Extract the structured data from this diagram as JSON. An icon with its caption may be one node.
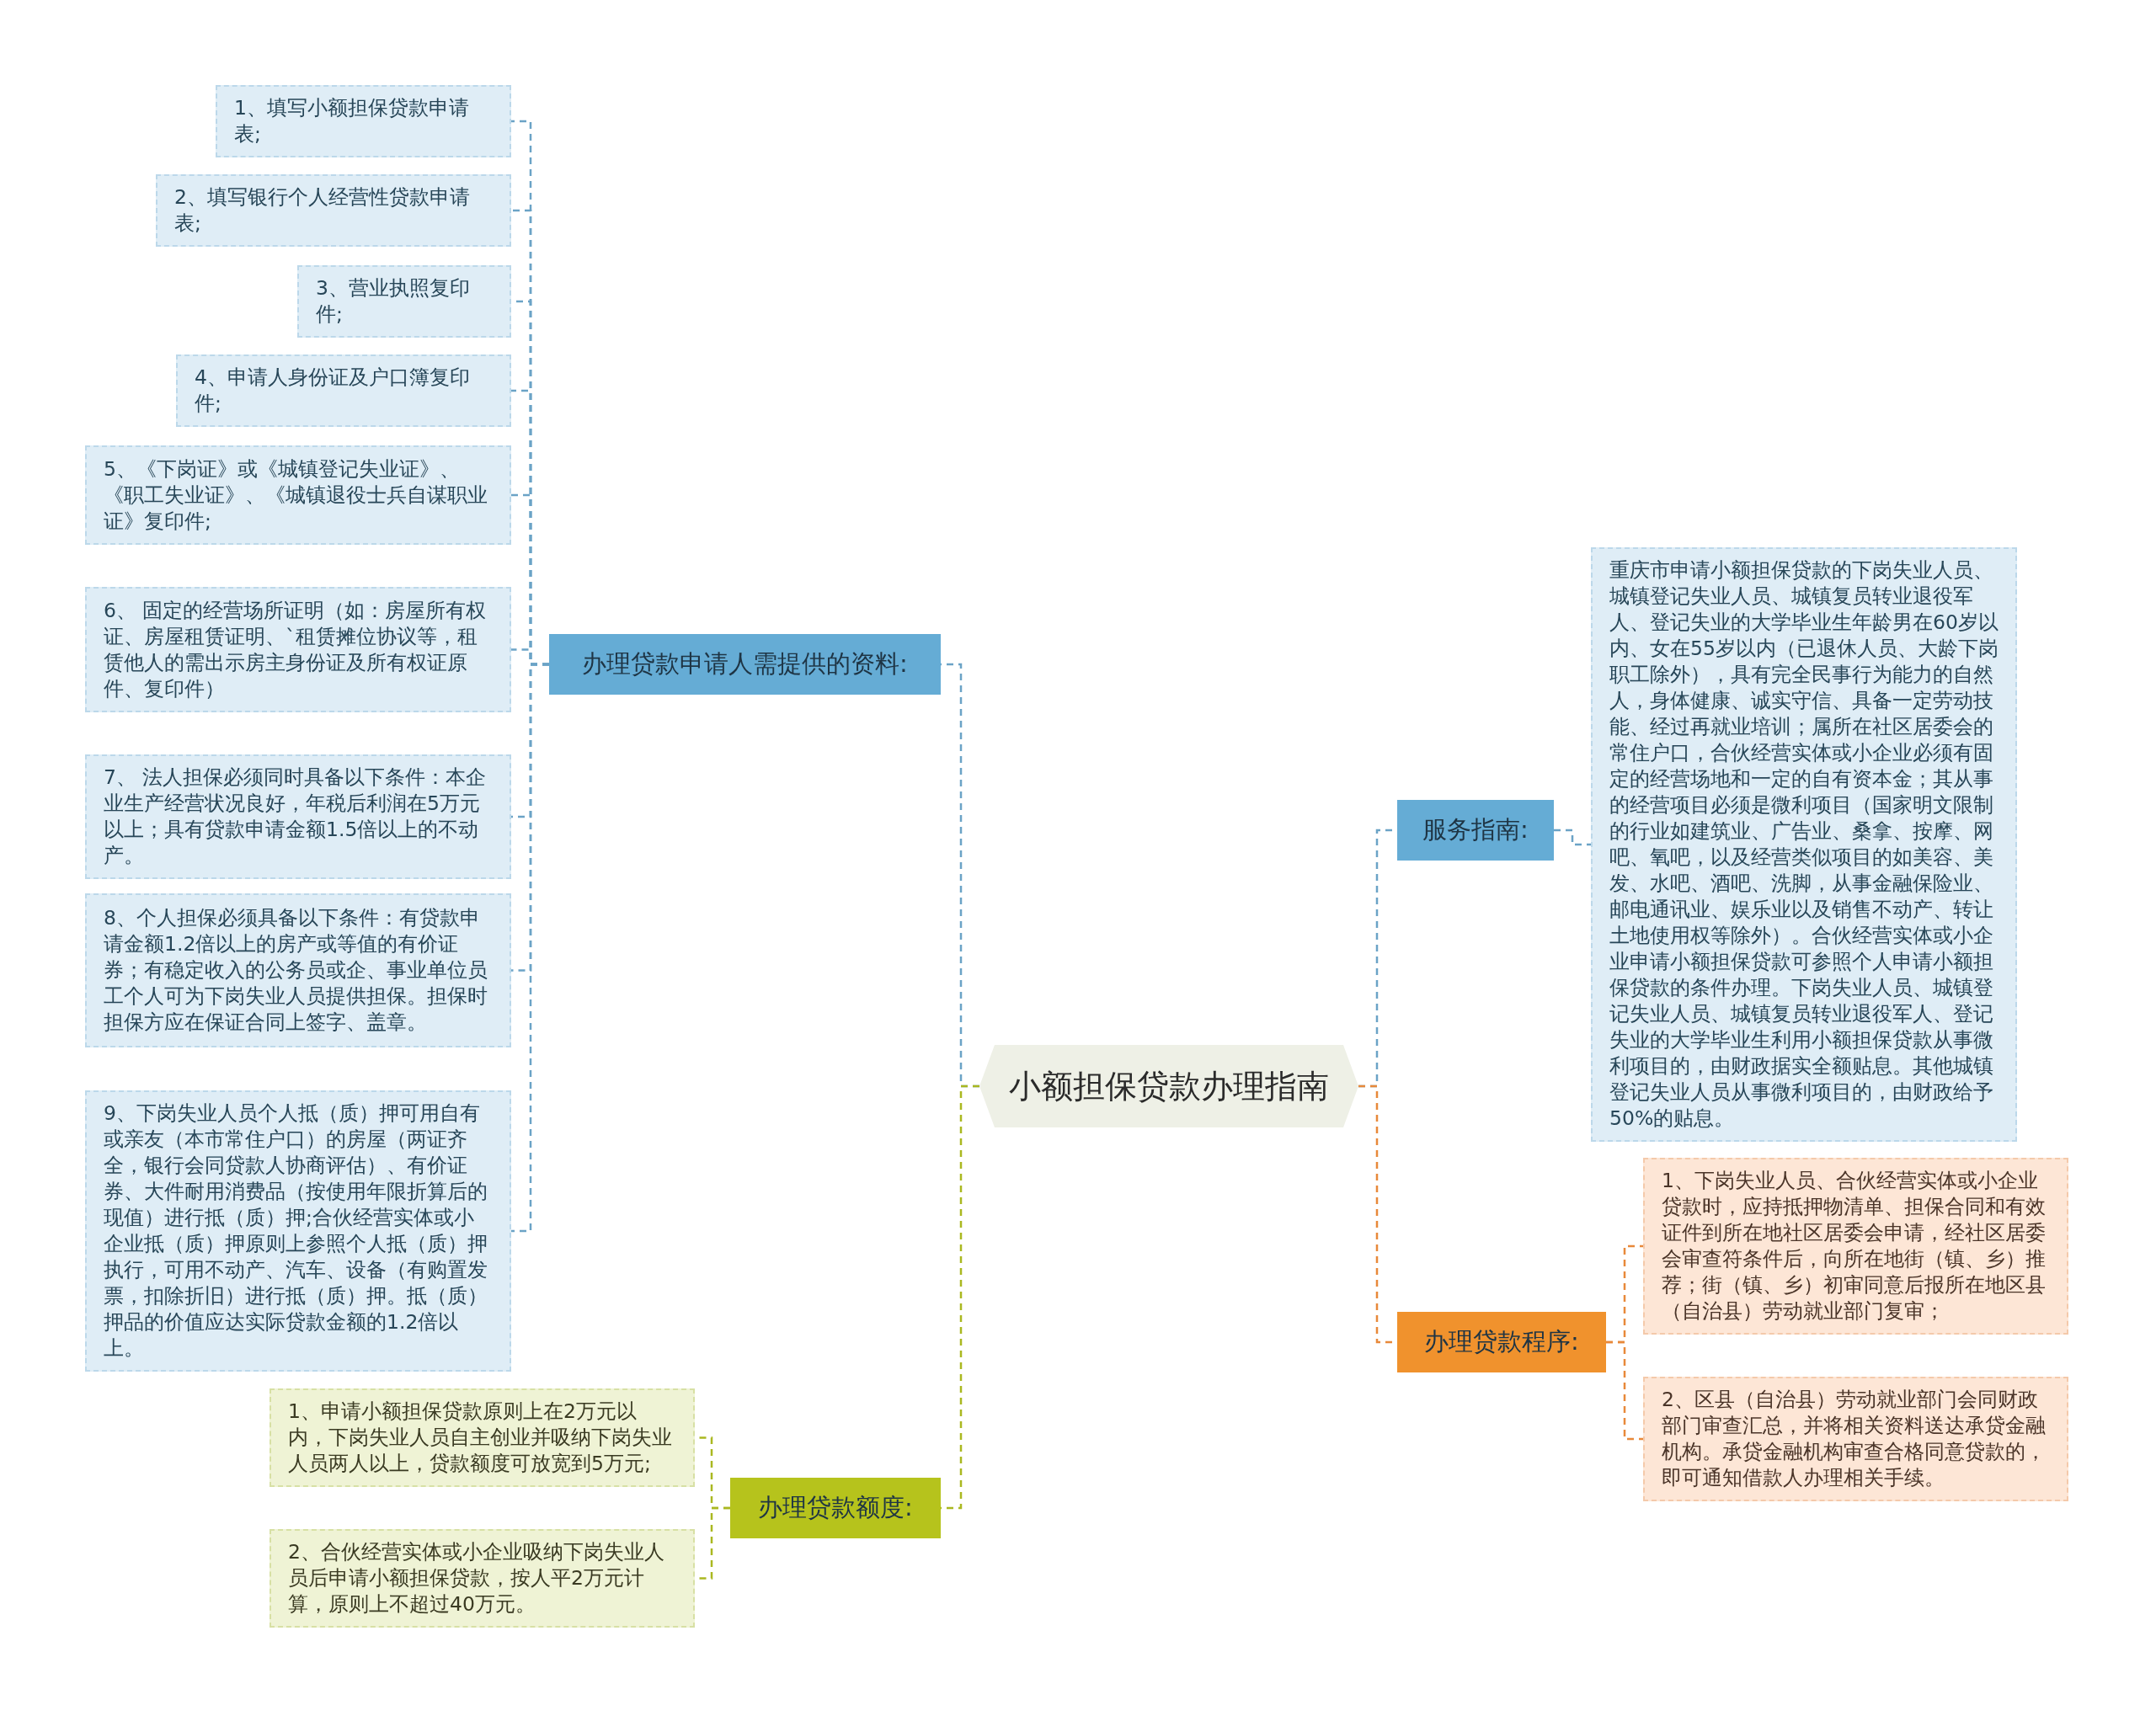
{
  "diagram": {
    "nodes": [
      {
        "text": [
          "小额担保贷款办理指南"
        ]
      },
      {
        "text": [
          "办理贷款申请人需提供的资料:"
        ]
      },
      {
        "text": [
          "1、填写小额担保贷款申请表;"
        ]
      },
      {
        "text": [
          "2、填写银行个人经营性贷款申请表;"
        ]
      },
      {
        "text": [
          "3、营业执照复印件;"
        ]
      },
      {
        "text": [
          "4、申请人身份证及户口簿复印件;"
        ]
      },
      {
        "text": [
          "5、《下岗证》或《城镇登记失业证》、《职工失业证》、《城镇退役士兵自谋职业证》复印件;"
        ]
      },
      {
        "text": [
          "6、 固定的经营场所证明（如：房屋所有权证、房屋租赁证明、`租赁摊位协议等，租赁他人的需出示房主身份证及所有权证原件、复印件）"
        ]
      },
      {
        "text": [
          "7、 法人担保必须同时具备以下条件：本企业生产经营状况良好，年税后利润在5万元以上；具有贷款申请金额1.5倍以上的不动产。"
        ]
      },
      {
        "text": [
          "8、个人担保必须具备以下条件：有贷款申请金额1.2倍以上的房产或等值的有价证券；有稳定收入的公务员或企、事业单位员工个人可为下岗失业人员提供担保。担保时担保方应在保证合同上签字、盖章。"
        ]
      },
      {
        "text": [
          "9、下岗失业人员个人抵（质）押可用自有或亲友（本市常住户口）的房屋（两证齐全，银行会同贷款人协商评估）、有价证券、大件耐用消费品（按使用年限折算后的现值）进行抵（质）押;合伙经营实体或小企业抵（质）押原则上参照个人抵（质）押执行，可用不动产、汽车、设备（有购置发票，扣除折旧）进行抵（质）押。抵（质）押品的价值应达实际贷款金额的1.2倍以上。"
        ]
      },
      {
        "text": [
          "办理贷款额度:"
        ]
      },
      {
        "text": [
          "1、申请小额担保贷款原则上在2万元以内，下岗失业人员自主创业并吸纳下岗失业人员两人以上，贷款额度可放宽到5万元;"
        ]
      },
      {
        "text": [
          "2、合伙经营实体或小企业吸纳下岗失业人员后申请小额担保贷款，按人平2万元计算，原则上不超过40万元。"
        ]
      },
      {
        "text": [
          "服务指南:"
        ]
      },
      {
        "text": [
          "重庆市申请小额担保贷款的下岗失业人员、城镇登记失业人员、城镇复员转业退役军人、登记失业的大学毕业生年龄男在60岁以内、女在55岁以内（已退休人员、大龄下岗职工除外），具有完全民事行为能力的自然人，身体健康、诚实守信、具备一定劳动技能、经过再就业培训；属所在社区居委会的常住户口，合伙经营实体或小企业必须有固定的经营场地和一定的自有资本金；其从事的经营项目必须是微利项目（国家明文限制的行业如建筑业、广告业、桑拿、按摩、网吧、氧吧，以及经营类似项目的如美容、美发、水吧、酒吧、洗脚，从事金融保险业、邮电通讯业、娱乐业以及销售不动产、转让土地使用权等除外）。合伙经营实体或小企业申请小额担保贷款可参照个人申请小额担保贷款的条件办理。下岗失业人员、城镇登记失业人员、城镇复员转业退役军人、登记失业的大学毕业生利用小额担保贷款从事微利项目的，由财政据实全额贴息。其他城镇登记失业人员从事微利项目的，由财政给予50%的贴息。"
        ]
      },
      {
        "text": [
          "办理贷款程序:"
        ]
      },
      {
        "text": [
          "1、下岗失业人员、合伙经营实体或小企业贷款时，应持抵押物清单、担保合同和有效证件到所在地社区居委会申请，经社区居委会审查符条件后，向所在地街（镇、乡）推荐；街（镇、乡）初审同意后报所在地区县（自治县）劳动就业部门复审；"
        ]
      },
      {
        "text": [
          "2、区县（自治县）劳动就业部门会同财政部门审查汇总，并将相关资料送达承贷金融机构。承贷金融机构审查合格同意贷款的，即可通知借款人办理相关手续。"
        ]
      }
    ],
    "edges": [
      {
        "from": 0,
        "to": 1,
        "arrow": "none"
      },
      {
        "from": 1,
        "to": 2,
        "arrow": "none"
      },
      {
        "from": 1,
        "to": 3,
        "arrow": "none"
      },
      {
        "from": 1,
        "to": 4,
        "arrow": "none"
      },
      {
        "from": 1,
        "to": 5,
        "arrow": "none"
      },
      {
        "from": 1,
        "to": 6,
        "arrow": "none"
      },
      {
        "from": 1,
        "to": 7,
        "arrow": "none"
      },
      {
        "from": 1,
        "to": 8,
        "arrow": "none"
      },
      {
        "from": 1,
        "to": 9,
        "arrow": "none"
      },
      {
        "from": 1,
        "to": 10,
        "arrow": "none"
      },
      {
        "from": 0,
        "to": 11,
        "arrow": "none",
        "color": "#aab820"
      },
      {
        "from": 11,
        "to": 12,
        "arrow": "none",
        "color": "#aab820"
      },
      {
        "from": 11,
        "to": 13,
        "arrow": "none",
        "color": "#aab820"
      },
      {
        "from": 0,
        "to": 14,
        "arrow": "none"
      },
      {
        "from": 14,
        "to": 15,
        "arrow": "none"
      },
      {
        "from": 0,
        "to": 16,
        "arrow": "none",
        "color": "#e8893a"
      },
      {
        "from": 16,
        "to": 17,
        "arrow": "none",
        "color": "#e8893a"
      },
      {
        "from": 16,
        "to": 18,
        "arrow": "none",
        "color": "#e8893a"
      }
    ]
  }
}
